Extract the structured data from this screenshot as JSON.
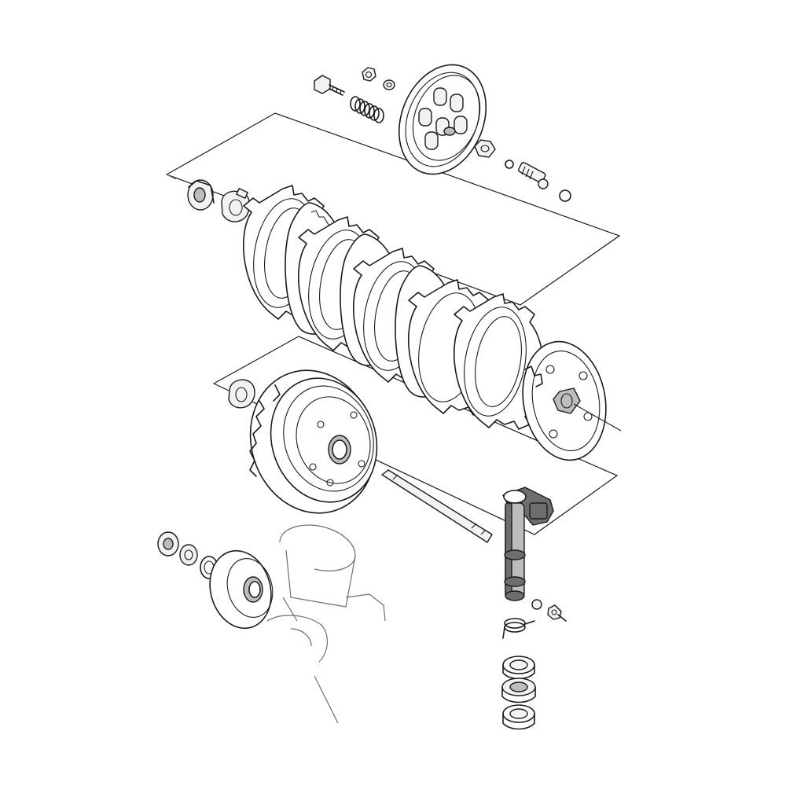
{
  "diagram": {
    "type": "exploded-parts-view",
    "subject": "clutch-assembly",
    "palette": {
      "line": "#1a1a1a",
      "background": "#ffffff",
      "highlight": "#6e6e6e",
      "shade": "#bdbdbd"
    },
    "parts": [
      "pressure-plate",
      "clutch-spring",
      "spring-bolt",
      "lock-washer",
      "lock-nut",
      "push-rod-adjuster",
      "steel-ball",
      "friction-plate",
      "steel-plate",
      "clutch-boss",
      "clutch-housing",
      "thrust-washer",
      "push-rod",
      "primary-drive-gear",
      "crankshaft",
      "release-lever",
      "return-spring",
      "oil-seal",
      "needle-bearing"
    ],
    "highlighted_part": "release-lever"
  }
}
